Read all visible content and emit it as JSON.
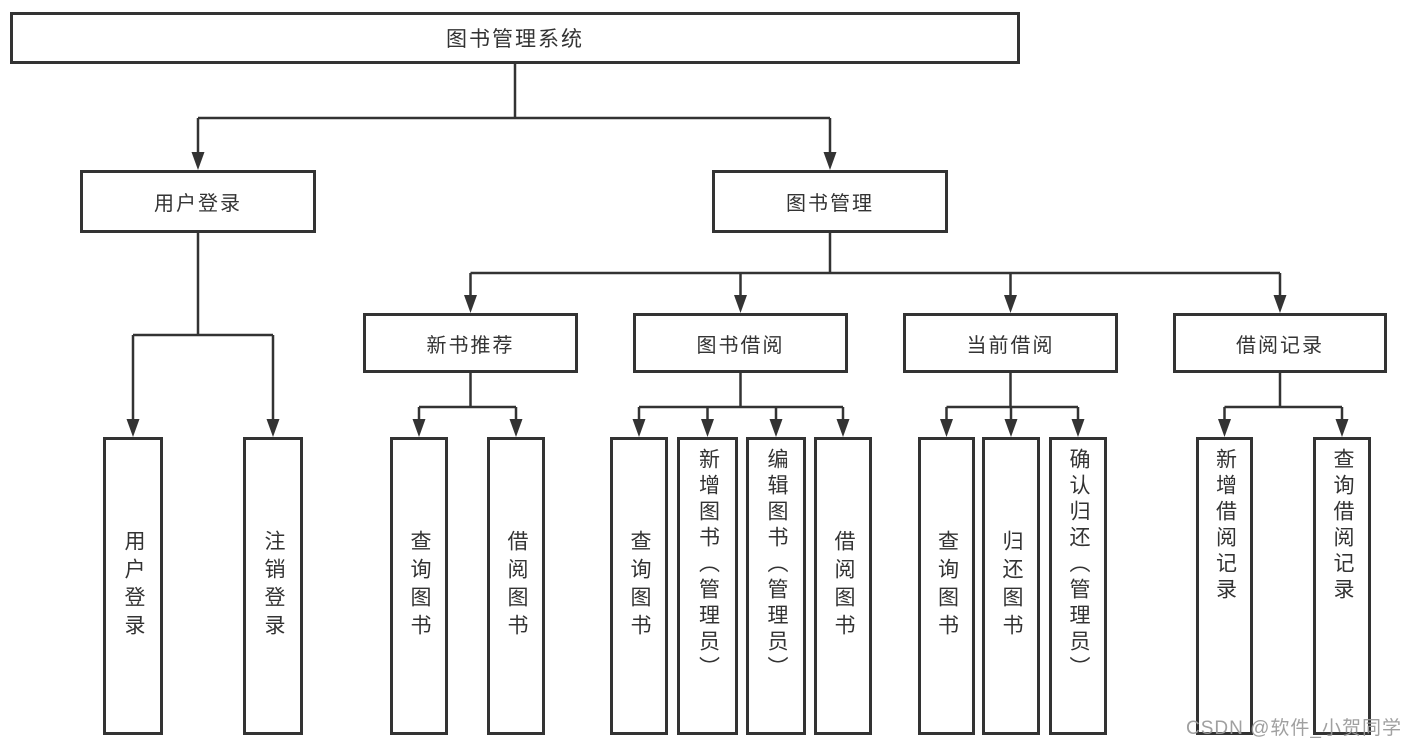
{
  "tree": {
    "root": {
      "label": "图书管理系统"
    },
    "level2": [
      {
        "label": "用户登录"
      },
      {
        "label": "图书管理"
      }
    ],
    "level3": [
      {
        "label": "新书推荐",
        "parent": "图书管理"
      },
      {
        "label": "图书借阅",
        "parent": "图书管理"
      },
      {
        "label": "当前借阅",
        "parent": "图书管理"
      },
      {
        "label": "借阅记录",
        "parent": "图书管理"
      }
    ],
    "leaves": [
      {
        "label": "用户登录",
        "parent": "用户登录"
      },
      {
        "label": "注销登录",
        "parent": "用户登录"
      },
      {
        "label": "查询图书",
        "parent": "新书推荐"
      },
      {
        "label": "借阅图书",
        "parent": "新书推荐"
      },
      {
        "label": "查询图书",
        "parent": "图书借阅"
      },
      {
        "label": "新增图书（管理员）",
        "parent": "图书借阅"
      },
      {
        "label": "编辑图书（管理员）",
        "parent": "图书借阅"
      },
      {
        "label": "借阅图书",
        "parent": "图书借阅"
      },
      {
        "label": "查询图书",
        "parent": "当前借阅"
      },
      {
        "label": "归还图书",
        "parent": "当前借阅"
      },
      {
        "label": "确认归还（管理员）",
        "parent": "当前借阅"
      },
      {
        "label": "新增借阅记录",
        "parent": "借阅记录"
      },
      {
        "label": "查询借阅记录",
        "parent": "借阅记录"
      }
    ]
  },
  "watermark": "CSDN @软件_小贺同学",
  "colors": {
    "line": "#333333",
    "box_border": "#333333",
    "box_fill": "#ffffff",
    "text": "#333333",
    "watermark": "#9b9b9b",
    "background": "#ffffff"
  }
}
